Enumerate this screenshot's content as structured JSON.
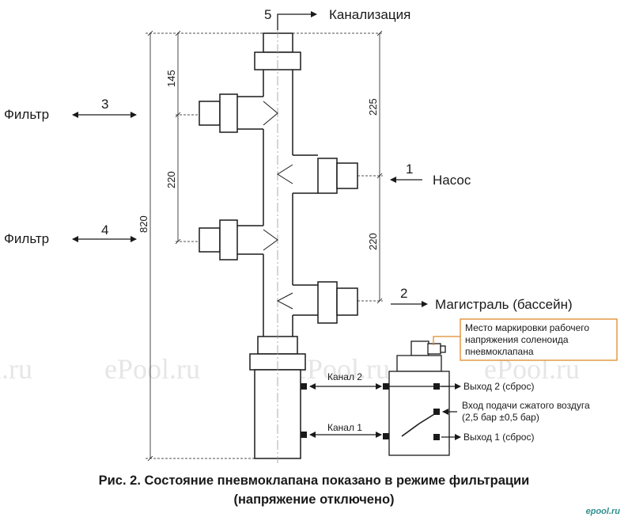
{
  "watermarks": [
    "l.ru",
    "ePool.ru",
    "ePool.ru",
    "ePool.ru"
  ],
  "labels": {
    "sewer": "Канализация",
    "filter_top": "Фильтр",
    "filter_bottom": "Фильтр",
    "pump": "Насос",
    "main_line": "Магистраль (бассейн)"
  },
  "numbers": {
    "n1": "1",
    "n2": "2",
    "n3": "3",
    "n4": "4",
    "n5": "5"
  },
  "dimensions": {
    "d145": "145",
    "d220a": "220",
    "d820": "820",
    "d225": "225",
    "d220b": "220"
  },
  "valve": {
    "channel2": "Канал 2",
    "channel1": "Канал 1",
    "out2": "Выход 2 (сброс)",
    "air_line1": "Вход подачи сжатого воздуга",
    "air_line2": "(2,5 бар ±0,5 бар)",
    "out1": "Выход 1 (сброс)"
  },
  "callout": {
    "line1": "Место маркировки рабочего",
    "line2": "напряжения соленоида",
    "line3": "пневмоклапана",
    "border_color": "#e08a2a"
  },
  "caption": {
    "line1": "Рис. 2. Состояние пневмоклапана показано в режиме фильтрации",
    "line2": "(напряжение отключено)"
  },
  "brand": "epool.ru"
}
